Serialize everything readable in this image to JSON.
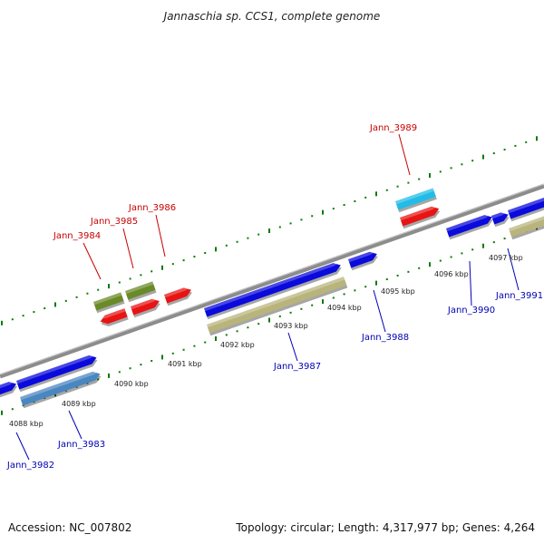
{
  "title": "Jannaschia sp. CCS1, complete genome",
  "footer": {
    "accession": "Accession: NC_007802",
    "summary": "Topology: circular; Length: 4,317,977 bp; Genes: 4,264"
  },
  "colors": {
    "backbone": "#8c8c8c",
    "tick": "#0a7a0a",
    "label_top": "#c80000",
    "label_bottom": "#0000b4",
    "feature_blue": "#0a0adc",
    "feature_steelblue": "#4a86c0",
    "feature_olive": "#6a8a28",
    "feature_red": "#e81414",
    "feature_khaki": "#b8b47c",
    "feature_cyan": "#22bce8"
  },
  "ticks": [
    {
      "label": "4088 kbp"
    },
    {
      "label": "4089 kbp"
    },
    {
      "label": "4090 kbp"
    },
    {
      "label": "4091 kbp"
    },
    {
      "label": "4092 kbp"
    },
    {
      "label": "4093 kbp"
    },
    {
      "label": "4094 kbp"
    },
    {
      "label": "4095 kbp"
    },
    {
      "label": "4096 kbp"
    },
    {
      "label": "4097 kbp"
    }
  ],
  "genes_top": [
    {
      "name": "Jann_3984"
    },
    {
      "name": "Jann_3985"
    },
    {
      "name": "Jann_3986"
    },
    {
      "name": "Jann_3989"
    }
  ],
  "genes_bottom": [
    {
      "name": "Jann_3982"
    },
    {
      "name": "Jann_3983"
    },
    {
      "name": "Jann_3987"
    },
    {
      "name": "Jann_3988"
    },
    {
      "name": "Jann_3990"
    },
    {
      "name": "Jann_3991"
    }
  ]
}
